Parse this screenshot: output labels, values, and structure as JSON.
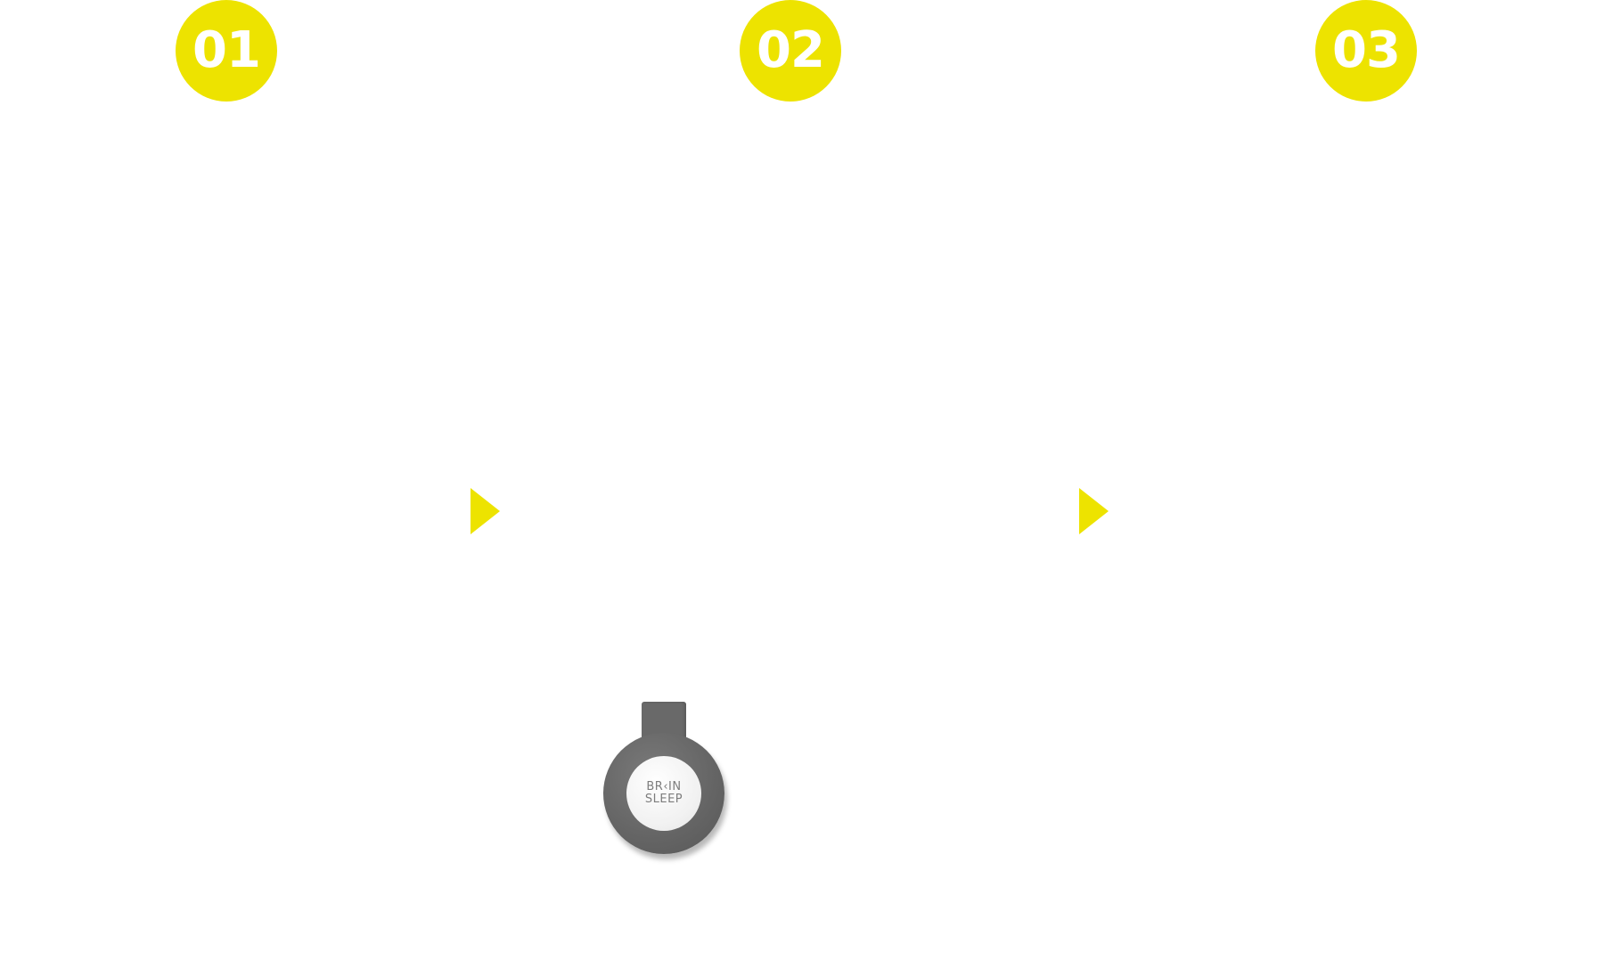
{
  "steps": [
    {
      "number": "01"
    },
    {
      "number": "02"
    },
    {
      "number": "03"
    }
  ],
  "device": {
    "logo_line1": "BR‹IN",
    "logo_line2": "SLEEP"
  },
  "colors": {
    "accent": "#ede300",
    "badge_text": "#ffffff",
    "device_body": "#646464",
    "device_face": "#f1f1f1"
  },
  "icons": {
    "arrow": "triangle-right-arrow-icon"
  }
}
